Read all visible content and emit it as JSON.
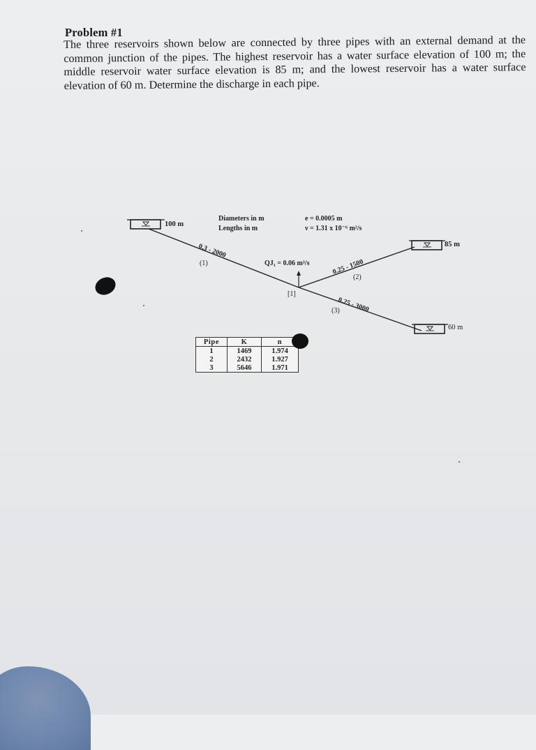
{
  "problem": {
    "title": "Problem #1",
    "body": "The three reservoirs shown below are connected by three pipes with an external demand at the common junction of the pipes.  The highest reservoir has a water surface elevation of 100 m; the middle reservoir water surface elevation is 85 m; and the lowest reservoir has a water surface elevation of 60 m.  Determine the discharge in each pipe."
  },
  "diagram": {
    "reservoirs": {
      "high": "100 m",
      "middle": "85 m",
      "low": "60 m"
    },
    "units_note": {
      "diameters": "Diameters in m",
      "lengths": "Lengths in m"
    },
    "constants": {
      "roughness": "e = 0.0005 m",
      "viscosity": "ν = 1.31 x 10⁻⁶ m²/s"
    },
    "demand": "QJ₁ = 0.06 m³/s",
    "junction": "[1]",
    "pipes": [
      {
        "spec": "0.3 - 2000",
        "number": "(1)"
      },
      {
        "spec": "0.25 - 1500",
        "number": "(2)"
      },
      {
        "spec": "0.25 - 3000",
        "number": "(3)"
      }
    ]
  },
  "table": {
    "headers": [
      "Pipe",
      "K",
      "n"
    ],
    "rows": [
      [
        "1",
        "1469",
        "1.974"
      ],
      [
        "2",
        "2432",
        "1.927"
      ],
      [
        "3",
        "5646",
        "1.971"
      ]
    ]
  }
}
